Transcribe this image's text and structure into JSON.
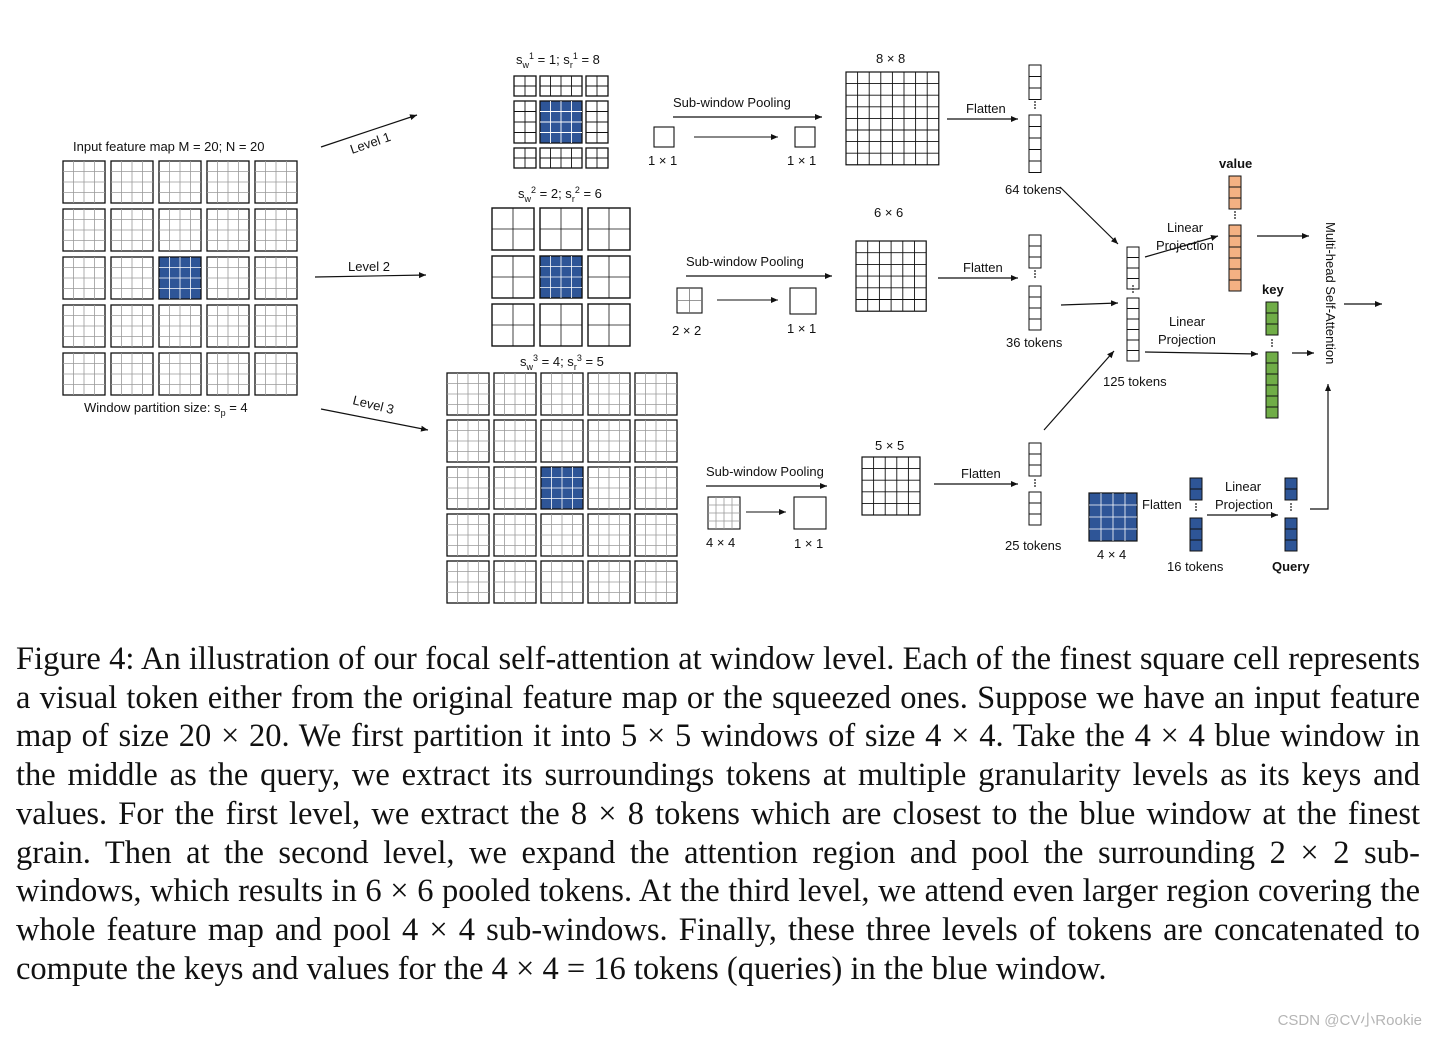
{
  "diagram": {
    "input": {
      "title": "Input feature map  M = 20; N = 20",
      "partition": "Window partition size:  s",
      "partition_sub": "p",
      "partition_val": " = 4"
    },
    "levels": {
      "l1": "Level 1",
      "l2": "Level 2",
      "l3": "Level 3"
    },
    "level_params": {
      "l1": {
        "w": "1",
        "r": "8"
      },
      "l2": {
        "w": "2",
        "r": "6"
      },
      "l3": {
        "w": "4",
        "r": "5"
      }
    },
    "sub_window_pooling": "Sub-window Pooling",
    "pool_sizes": {
      "l1_in": "1 × 1",
      "l1_out": "1 × 1",
      "l2_in": "2 × 2",
      "l2_out": "1 × 1",
      "l3_in": "4 × 4",
      "l3_out": "1 × 1"
    },
    "pooled_maps": {
      "l1": "8 × 8",
      "l2": "6 × 6",
      "l3": "5 × 5"
    },
    "flatten": "Flatten",
    "tokens": {
      "l1": "64 tokens",
      "l2": "36 tokens",
      "l3": "25 tokens",
      "all": "125 tokens",
      "query_tokens": "16 tokens"
    },
    "query_window": "4 × 4",
    "linear_projection_1": "Linear",
    "linear_projection_2": "Projection",
    "value": "value",
    "key": "key",
    "query": "Query",
    "attention": "Multi-head Self-Attention"
  },
  "colors": {
    "blue": "#2e5597",
    "orange": "#f4b183",
    "green": "#70ad47",
    "grid": "#9a9a9a"
  },
  "caption": "Figure 4: An illustration of our focal self-attention at window level. Each of the finest square cell represents a visual token either from the original feature map or the squeezed ones. Suppose we have an input feature map of size 20 × 20. We first partition it into 5 × 5 windows of size 4 × 4. Take the 4 × 4 blue window in the middle as the query, we extract its surroundings tokens at multiple granularity levels as its keys and values. For the first level, we extract the 8 × 8 tokens which are closest to the blue window at the finest grain. Then at the second level, we expand the attention region and pool the surrounding 2 × 2 sub-windows, which results in 6 × 6 pooled tokens. At the third level, we attend even larger region covering the whole feature map and pool 4 × 4 sub-windows. Finally, these three levels of tokens are concatenated to compute the keys and values for the 4 × 4 = 16 tokens (queries) in the blue window.",
  "watermark": "CSDN @CV小Rookie"
}
